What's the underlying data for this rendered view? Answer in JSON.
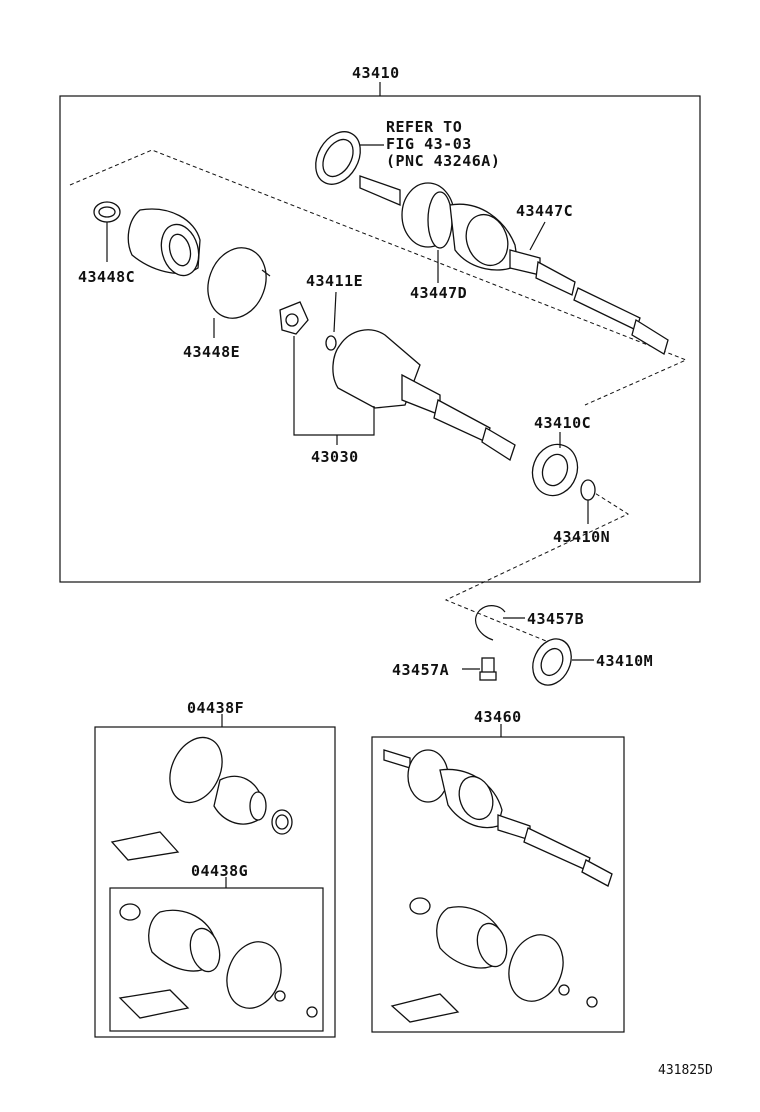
{
  "labels": {
    "assy": "43410",
    "refer_line1": "REFER TO",
    "refer_line2": "FIG 43-03",
    "refer_line3": "(PNC 43246A)",
    "p43447C": "43447C",
    "p43447D": "43447D",
    "p43448C": "43448C",
    "p43448E": "43448E",
    "p43411E": "43411E",
    "p43030": "43030",
    "p43410C": "43410C",
    "p43410N": "43410N",
    "p43457B": "43457B",
    "p43457A": "43457A",
    "p43410M": "43410M",
    "kitF": "04438F",
    "kitG": "04438G",
    "p43460": "43460",
    "drawing_no": "431825D"
  }
}
